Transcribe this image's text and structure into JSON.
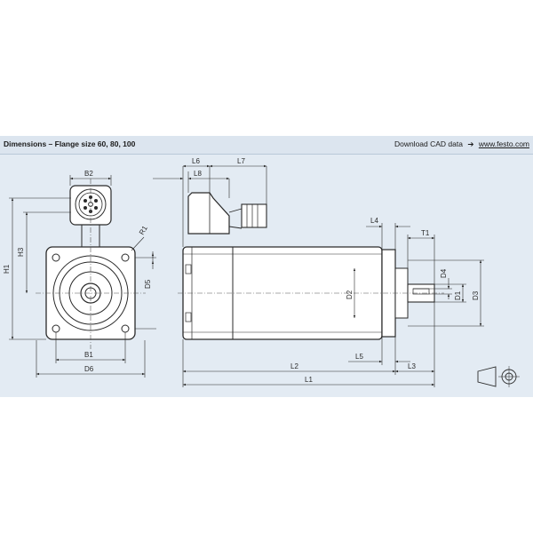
{
  "header": {
    "title": "Dimensions – Flange size 60, 80, 100",
    "cad_label": "Download CAD data",
    "cad_arrow": "➔",
    "cad_link": "www.festo.com"
  },
  "dimensions": {
    "B2": "B2",
    "H1": "H1",
    "H3": "H3",
    "R1": "R1",
    "D5": "D5",
    "B1": "B1",
    "D6": "D6",
    "L6": "L6",
    "L8": "L8",
    "L7": "L7",
    "L4": "L4",
    "T1": "T1",
    "D4": "D4",
    "D2": "D2",
    "D1": "D1",
    "D3": "D3",
    "L5": "L5",
    "L3": "L3",
    "L2": "L2",
    "L1": "L1"
  },
  "colors": {
    "background": "#e3ebf3",
    "line": "#2a2a2a",
    "dim_line": "#555555"
  }
}
